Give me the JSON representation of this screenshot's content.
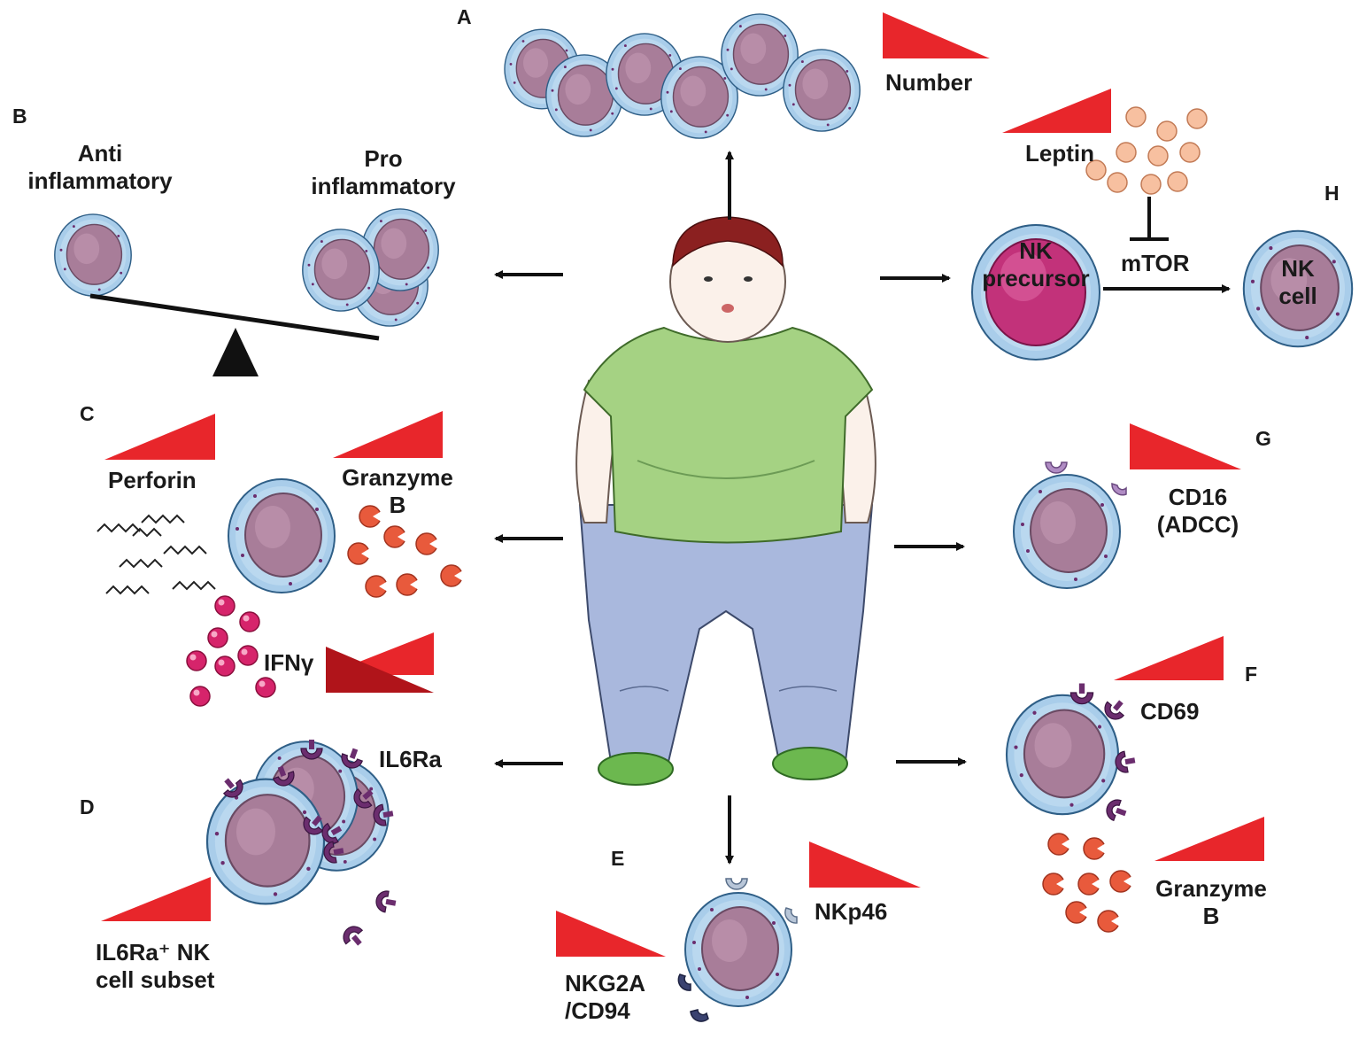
{
  "panels": {
    "A": {
      "letter": "A",
      "number": "Number"
    },
    "B": {
      "letter": "B",
      "anti": "Anti\ninflammatory",
      "pro": "Pro\ninflammatory"
    },
    "C": {
      "letter": "C",
      "perforin": "Perforin",
      "granzyme": "Granzyme\nB",
      "ifng": "IFNγ"
    },
    "D": {
      "letter": "D",
      "il6ra": "IL6Ra",
      "subset": "IL6Ra⁺ NK\ncell subset"
    },
    "E": {
      "letter": "E",
      "nkp46": "NKp46",
      "nkg2a": "NKG2A\n/CD94"
    },
    "F": {
      "letter": "F",
      "cd69": "CD69",
      "granzyme": "Granzyme\nB"
    },
    "G": {
      "letter": "G",
      "cd16": "CD16\n(ADCC)"
    },
    "H": {
      "letter": "H",
      "leptin": "Leptin",
      "mtor": "mTOR",
      "precursor": "NK\nprecursor",
      "nk_cell": "NK\ncell"
    }
  },
  "colors": {
    "wedge": "#e8262b",
    "wedge_dark": "#b0141a",
    "nk_membrane": "#a9cdea",
    "nk_nucleus": "#a87d99",
    "precursor_nucleus": "#c2327a",
    "receptor_purple": "#6b2d6e",
    "receptor_light": "#b08cc4",
    "receptor_navy": "#3a4270",
    "granule": "#e85a3c",
    "ifng_bead": "#d6246b",
    "leptin_bead": "#f7c0a0",
    "shirt": "#a5d283",
    "pants": "#a9b8dd",
    "shoe": "#6cb84f",
    "hair": "#8b2020",
    "skin": "#fbf1ea"
  },
  "icons": [
    "nk-cell-icon",
    "fulcrum-triangle-icon",
    "increase-wedge-icon",
    "decrease-wedge-icon",
    "arrow-icon",
    "inhibition-bar-icon",
    "receptor-icon",
    "granule-icon"
  ]
}
